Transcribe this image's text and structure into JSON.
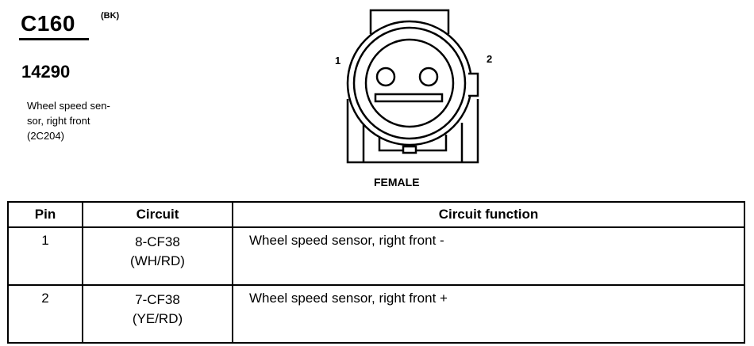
{
  "connector": {
    "id": "C160",
    "color_code": "(BK)",
    "part_number": "14290",
    "description_lines": [
      "Wheel speed sen-",
      "sor, right front",
      "(2C204)"
    ]
  },
  "diagram": {
    "pin_labels": [
      "1",
      "2"
    ],
    "view_label": "FEMALE"
  },
  "table": {
    "headers": [
      "Pin",
      "Circuit",
      "Circuit function"
    ],
    "rows": [
      {
        "pin": "1",
        "circuit": "8-CF38",
        "wire_color": "(WH/RD)",
        "function": "Wheel speed sensor, right front  -"
      },
      {
        "pin": "2",
        "circuit": "7-CF38",
        "wire_color": "(YE/RD)",
        "function": "Wheel speed sensor, right front  +"
      }
    ]
  }
}
